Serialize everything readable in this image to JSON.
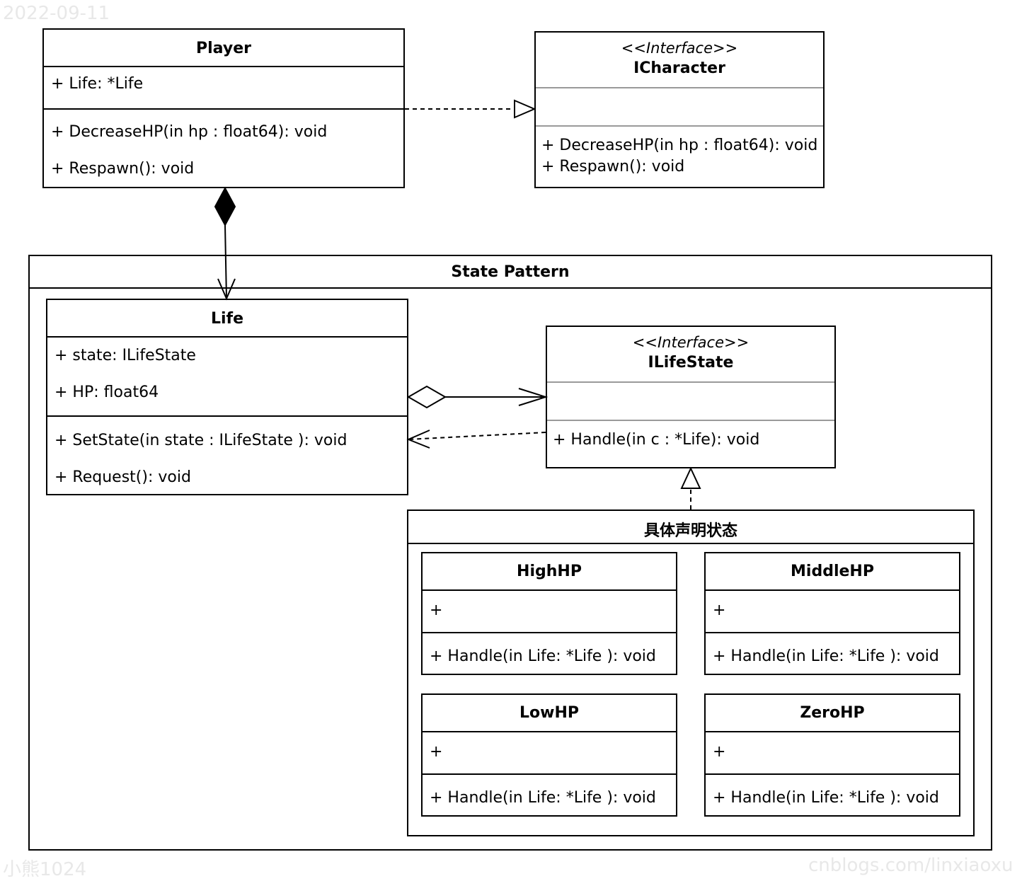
{
  "watermarks": {
    "top_left": "2022-09-11",
    "bottom_left": "小熊1024",
    "bottom_right": "cnblogs.com/linxiaoxu"
  },
  "player": {
    "title": "Player",
    "attributes": [
      "+ Life: *Life"
    ],
    "methods": [
      "+ DecreaseHP(in hp : float64): void",
      "+ Respawn(): void"
    ]
  },
  "icharacter": {
    "stereotype": "<<Interface>>",
    "title": "ICharacter",
    "methods": [
      "+ DecreaseHP(in hp : float64): void",
      "+ Respawn(): void"
    ]
  },
  "state_pattern": {
    "title": "State Pattern"
  },
  "life": {
    "title": "Life",
    "attributes": [
      "+ state: ILifeState",
      "+ HP: float64"
    ],
    "methods": [
      "+ SetState(in state : ILifeState ): void",
      "+ Request(): void"
    ]
  },
  "ilifestate": {
    "stereotype": "<<Interface>>",
    "title": "ILifeState",
    "methods": [
      "+ Handle(in c : *Life): void"
    ]
  },
  "concrete_states": {
    "title": "具体声明状态",
    "classes": [
      {
        "title": "HighHP",
        "attribute": "+",
        "method": "+ Handle(in Life: *Life ): void"
      },
      {
        "title": "MiddleHP",
        "attribute": "+",
        "method": "+ Handle(in Life: *Life ): void"
      },
      {
        "title": "LowHP",
        "attribute": "+",
        "method": "+ Handle(in Life: *Life ): void"
      },
      {
        "title": "ZeroHP",
        "attribute": "+",
        "method": "+ Handle(in Life: *Life ): void"
      }
    ]
  }
}
